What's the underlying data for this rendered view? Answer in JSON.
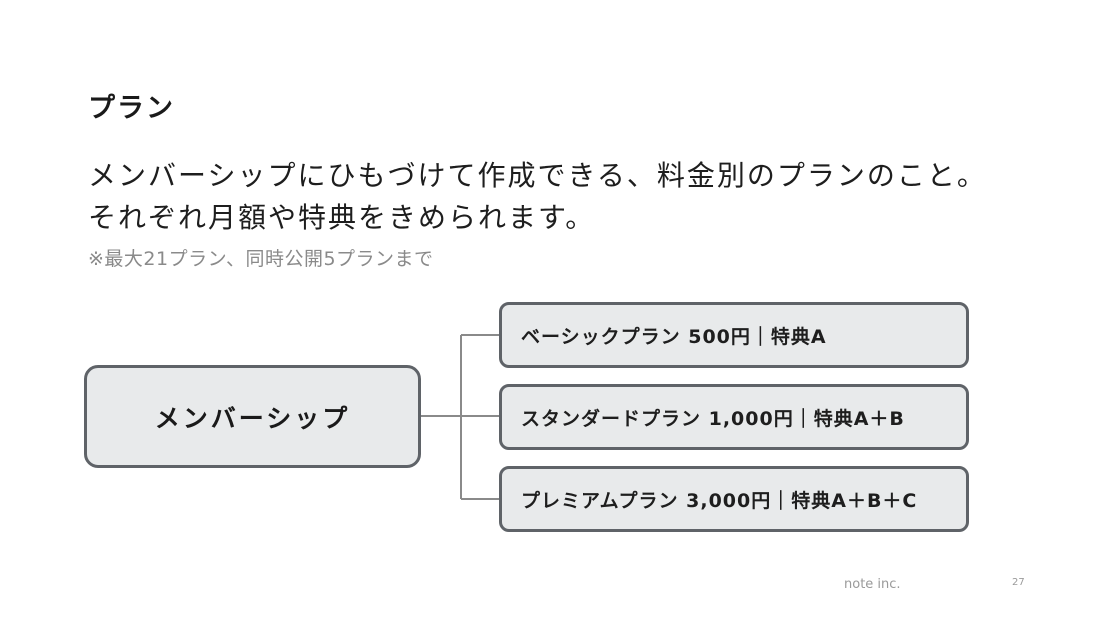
{
  "slide": {
    "title": "プラン",
    "description": [
      "メンバーシップにひもづけて作成できる、料金別のプランのこと。",
      "それぞれ月額や特典をきめられます。"
    ],
    "note": "※最大21プラン、同時公開5プランまで"
  },
  "diagram": {
    "root": "メンバーシップ",
    "plans": [
      "ベーシックプラン 500円｜特典A",
      "スタンダードプラン 1,000円｜特典A＋B",
      "プレミアムプラン 3,000円｜特典A＋B＋C"
    ]
  },
  "footer": {
    "company": "note inc.",
    "page_number": "27"
  },
  "colors": {
    "node_fill": "#e8eaeb",
    "node_border": "#5f6368",
    "connector": "#8a8a8a"
  }
}
